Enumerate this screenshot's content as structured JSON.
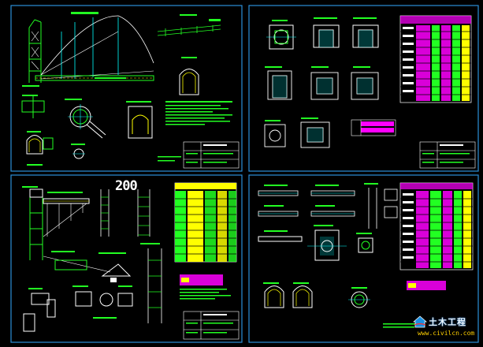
{
  "drawing": {
    "large_label": "200",
    "watermark_name": "土木工程",
    "watermark_url": "www.civilcn.com",
    "colors": {
      "background": "#000000",
      "frame": "#2c8fd8",
      "line_white": "#ffffff",
      "line_green": "#22ff22",
      "line_cyan": "#00ffff",
      "line_yellow": "#ffff00",
      "line_magenta": "#ff00ff",
      "line_red": "#ff3030"
    }
  }
}
